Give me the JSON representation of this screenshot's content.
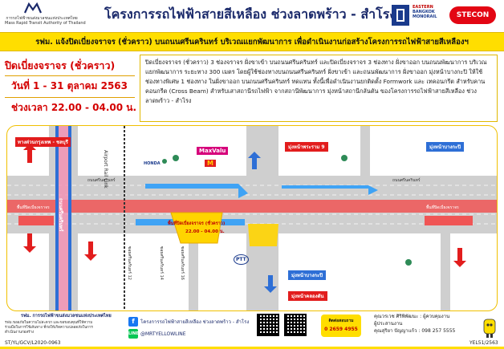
{
  "header": {
    "mrta_name_th": "การรถไฟฟ้าขนส่งมวลชนแห่งประเทศไทย",
    "mrta_name_en": "Mass Rapid Transit Authority of Thailand",
    "title": "โครงการรถไฟฟ้าสายสีเหลือง ช่วงลาดพร้าว - สำโรง",
    "ebm_line1": "EASTERN",
    "ebm_line2": "BANGKOK",
    "ebm_line3": "MONORAIL",
    "stecon": "STECON"
  },
  "subtitle": "รฟม. แจ้งปิดเบี่ยงจราจร (ชั่วคราว) บนถนนศรีนครินทร์ บริเวณแยกพัฒนาการ เพื่อดำเนินงานก่อสร้างโครงการรถไฟฟ้าสายสีเหลืองฯ",
  "closure": {
    "heading": "ปิดเบี่ยงจราจร (ชั่วคราว)",
    "date": "วันที่ 1 - 31 ตุลาคม 2563",
    "time": "ช่วงเวลา 22.00 - 04.00 น."
  },
  "description": "ปิดเบี่ยงจราจร (ชั่วคราว) 3 ช่องจราจร ฝั่งขาเข้า บนถนนศรีนครินทร์ และปิดเบี่ยงจราจร 3 ช่องทาง ฝั่งขาออก บนถนนพัฒนาการ บริเวณแยกพัฒนาการ ระยะทาง 300 เมตร โดยผู้ใช้ช่องทางบนถนนศรีนครินทร์ ฝั่งขาเข้า และถนนพัฒนาการ ฝั่งขาออก มุ่งหน้าบางกะปิ ให้ใช้ช่องทางพิเศษ 1 ช่องทาง ในฝั่งขาออก บนถนนศรีนครินทร์ ทดแทน ทั้งนี้เพื่อดำเนินงานยกติดตั้ง Formwork และ เทคอนกรีต สำหรับคานคอนกรีต (Cross Beam) สำหรับเสาสถานีรถไฟฟ้า จากสถานีพัฒนาการ มุ่งหน้าสถานีกลันตัน ของโครงการรถไฟฟ้าสายสีเหลือง ช่วงลาดพร้าว - สำโรง",
  "map": {
    "expressway": "ทางด่วนกรุงเทพ - ชลบุรี",
    "airport_link": "Airport Rail Link",
    "srinakarin_road": "ถนนศรีนครินทร์",
    "to_rama9": "มุ่งหน้าพระราม 9",
    "to_bangkapi_top": "มุ่งหน้าบางกะปิ",
    "to_bangkapi_bottom": "มุ่งหน้าบางกะปิ",
    "to_kaewsamrit": "มุ่งหน้าคลองตัน",
    "closure_label": "พื้นที่ปิดเบี่ยงจราจร (ชั่วคราว)",
    "closure_time": "22.00 - 04.00 น.",
    "keep_left": "พื้นที่ปิดเบี่ยงจราจร",
    "keep_right": "พื้นที่ปิดเบี่ยงจราจร",
    "lane_width_left": "ถนนศรีนครินทร์",
    "lane_width_right": "ถนนศรีนครินทร์",
    "soi_srinakarin": "ซอยศรีนครินทร์ 12",
    "soi_14": "ซอยศรีนครินทร์ 14",
    "soi_16": "ซอยศรีนครินทร์ 16",
    "maxvalu": "MaxValu",
    "mcdonalds": "M",
    "pttbrand": "PTT",
    "hondalabel": "HONDA"
  },
  "footer": {
    "mrta_short": "รฟม. การรถไฟฟ้าขนส่งมวลชนแห่งประเทศไทย",
    "disclaimer": "รฟม.ขออภัยในความไม่สะดวก และขอขอบคุณที่ให้ความร่วมมือในการใช้เส้นทาง ที่ก่อให้เกิดความปลอดภัยในการดำเนินงานก่อสร้าง",
    "facebook": "โครงการรถไฟฟ้าสายสีเหลือง ช่วงลาดพร้าว - สำโรง",
    "line": "@MRTYELLOWLINE",
    "hotline_label": "ติดต่อสอบถาม",
    "hotline_number": "0 2659 4955",
    "contact_name1": "คุณวรเวช ศิริพิพัฒนะ : ผู้ควบคุมงาน",
    "contact_role1": "ผู้ประสานงาน",
    "contact_name2": "คุณสุริยา ปัญญาแก้ว : 098 257 5555",
    "code_left": "ST/YL/GCV/L2020-0963",
    "code_right": "YEL51/2563"
  }
}
